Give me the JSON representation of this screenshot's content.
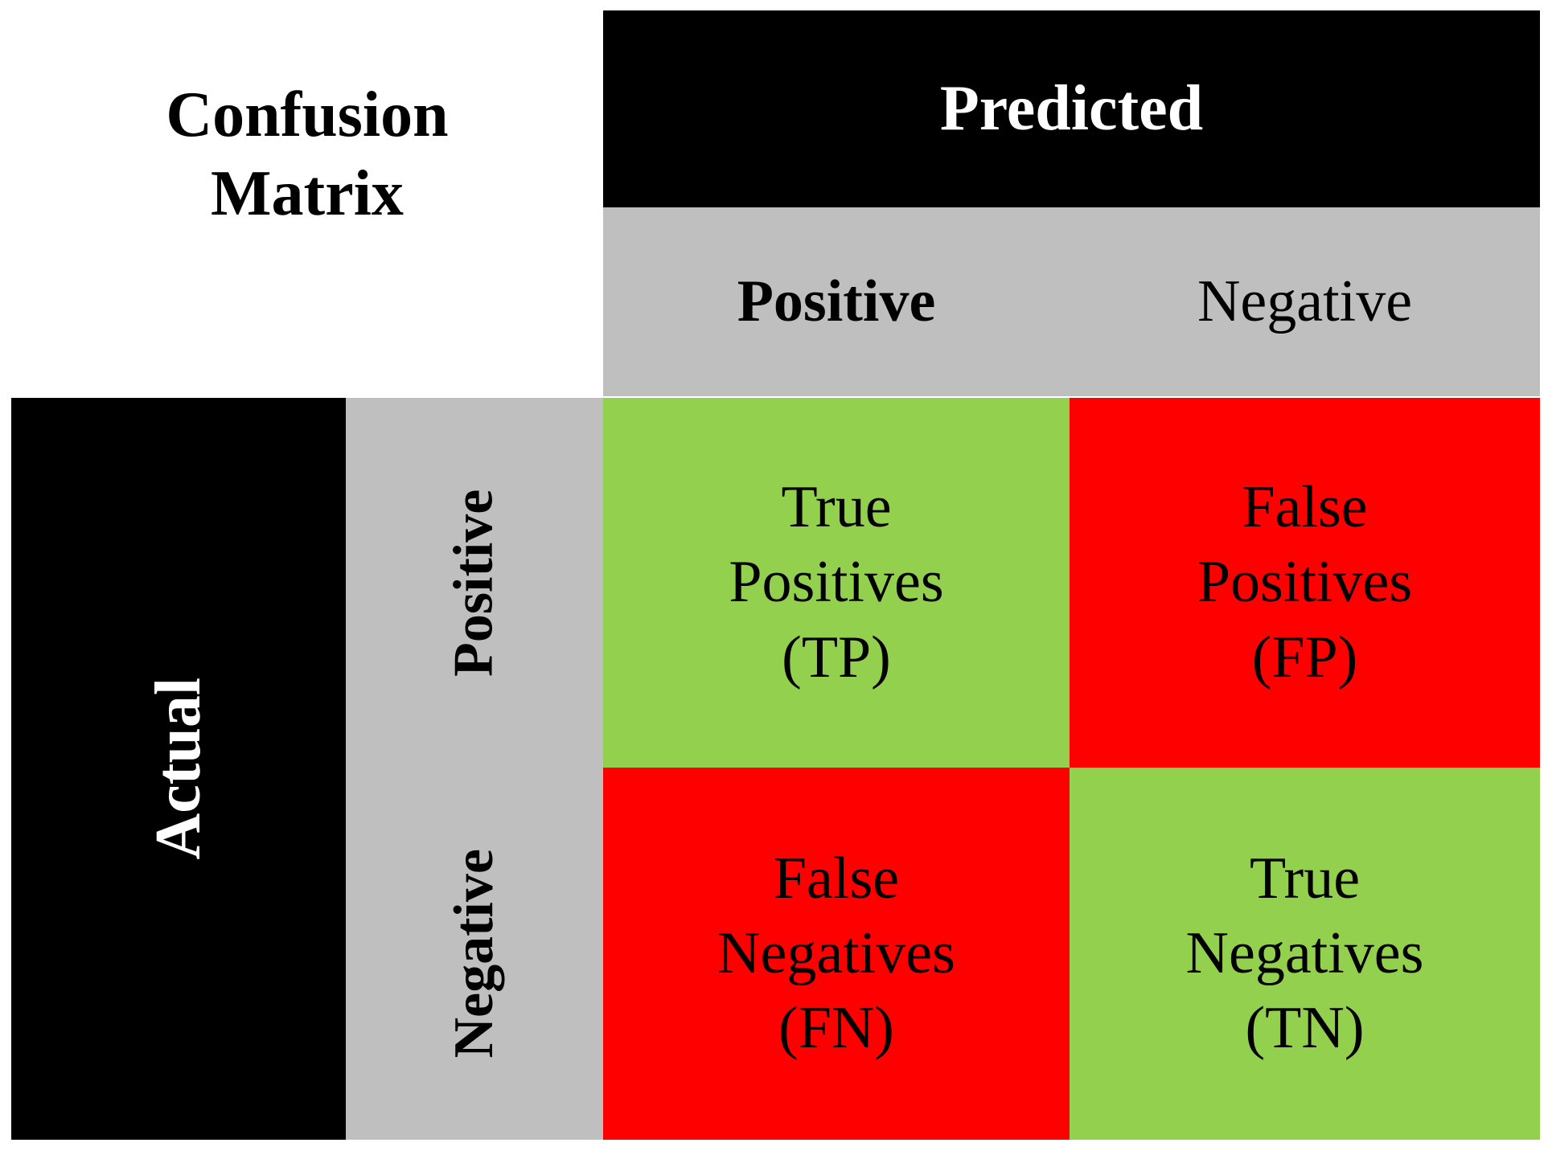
{
  "title": {
    "line1": "Confusion",
    "line2": "Matrix"
  },
  "axes": {
    "predicted_label": "Predicted",
    "actual_label": "Actual"
  },
  "predicted_columns": [
    {
      "label": "Positive"
    },
    {
      "label": "Negative"
    }
  ],
  "actual_rows": [
    {
      "label": "Positive"
    },
    {
      "label": "Negative"
    }
  ],
  "quadrants": {
    "tp": {
      "line1": "True",
      "line2": "Positives",
      "line3": "(TP)"
    },
    "fp": {
      "line1": "False",
      "line2": "Positives",
      "line3": "(FP)"
    },
    "fn": {
      "line1": "False",
      "line2": "Negatives",
      "line3": "(FN)"
    },
    "tn": {
      "line1": "True",
      "line2": "Negatives",
      "line3": "(TN)"
    }
  },
  "colors": {
    "correct": "#93d04e",
    "error": "#fe0000",
    "header_band": "#000000",
    "subheader_band": "#bfbfbf",
    "background": "#ffffff",
    "text_dark": "#000000",
    "text_light": "#ffffff"
  },
  "chart_data": {
    "type": "table",
    "title": "Confusion Matrix",
    "xlabel": "Predicted",
    "ylabel": "Actual",
    "columns": [
      "Positive",
      "Negative"
    ],
    "rows": [
      "Positive",
      "Negative"
    ],
    "cells": [
      [
        {
          "name": "True Positives",
          "abbr": "TP",
          "outcome": "correct",
          "color": "#93d04e"
        },
        {
          "name": "False Positives",
          "abbr": "FP",
          "outcome": "error",
          "color": "#fe0000"
        }
      ],
      [
        {
          "name": "False Negatives",
          "abbr": "FN",
          "outcome": "error",
          "color": "#fe0000"
        },
        {
          "name": "True Negatives",
          "abbr": "TN",
          "outcome": "correct",
          "color": "#93d04e"
        }
      ]
    ],
    "legend": [],
    "grid": false
  }
}
